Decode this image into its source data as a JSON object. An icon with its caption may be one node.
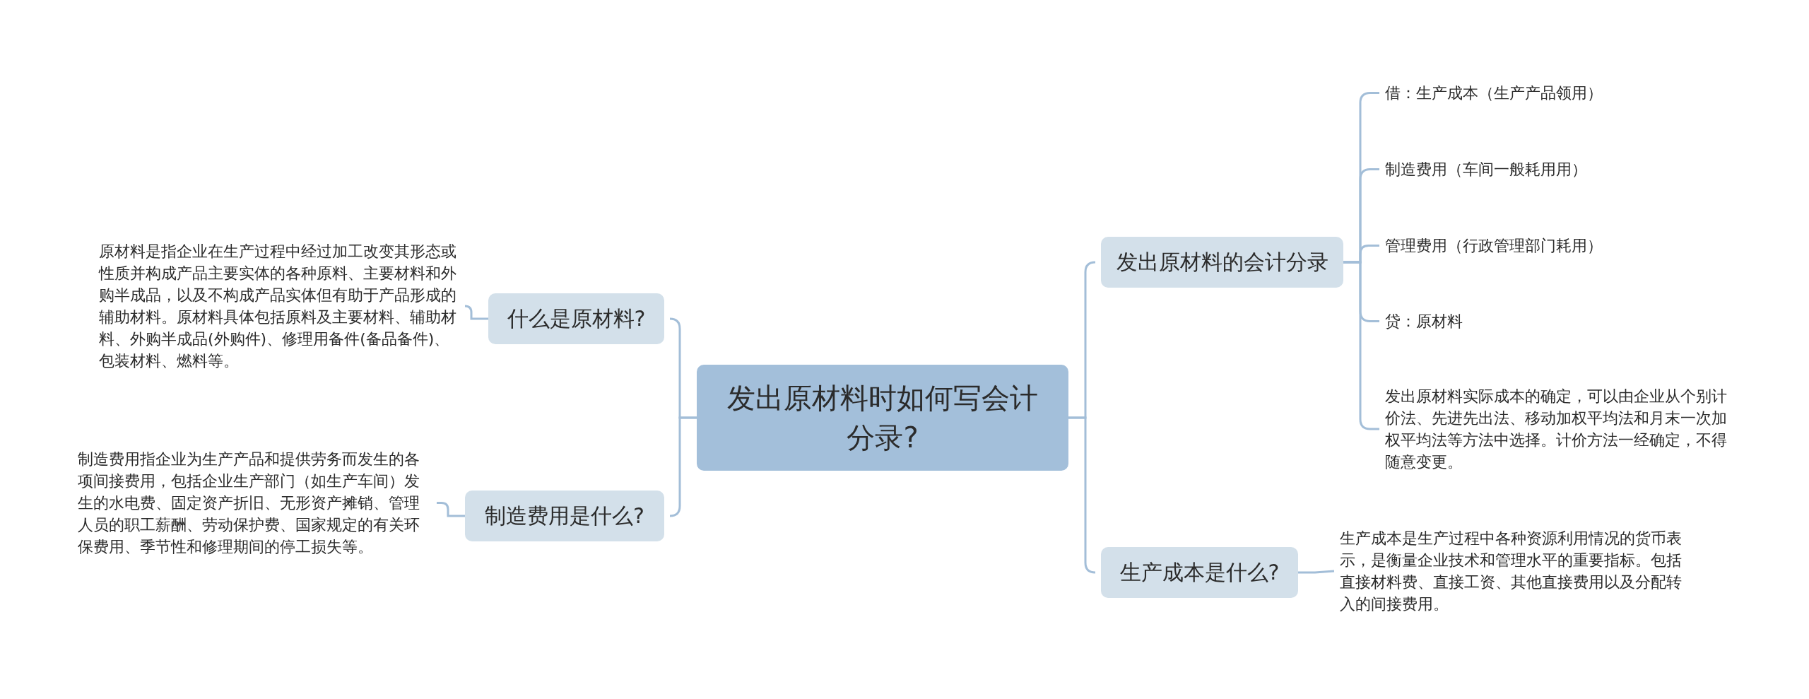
{
  "diagram": {
    "nodes": [
      {
        "text": [
          "发出原材料时如何写会计分录?"
        ]
      },
      {
        "text": [
          "什么是原材料?"
        ]
      },
      {
        "text": [
          "原材料是指企业在生产过程中经过加工改变其形态或性质并构成产品主要实体的各种原料、主要材料和外购半成品，以及不构成产品实体但有助于产品形成的辅助材料。原材料具体包括原料及主要材料、辅助材料、外购半成品(外购件)、修理用备件(备品备件)、包装材料、燃料等。"
        ]
      },
      {
        "text": [
          "制造费用是什么?"
        ]
      },
      {
        "text": [
          "制造费用指企业为生产产品和提供劳务而发生的各项间接费用，包括企业生产部门（如生产车间）发生的水电费、固定资产折旧、无形资产摊销、管理人员的职工薪酬、劳动保护费、国家规定的有关环保费用、季节性和修理期间的停工损失等。"
        ]
      },
      {
        "text": [
          "发出原材料的会计分录"
        ]
      },
      {
        "text": [
          "借：生产成本（生产产品领用）"
        ]
      },
      {
        "text": [
          "制造费用（车间一般耗用用）"
        ]
      },
      {
        "text": [
          "管理费用（行政管理部门耗用）"
        ]
      },
      {
        "text": [
          "贷：原材料"
        ]
      },
      {
        "text": [
          "发出原材料实际成本的确定，可以由企业从个别计价法、先进先出法、移动加权平均法和月末一次加权平均法等方法中选择。计价方法一经确定，不得随意变更。"
        ]
      },
      {
        "text": [
          "生产成本是什么?"
        ]
      },
      {
        "text": [
          "生产成本是生产过程中各种资源利用情况的货币表示，是衡量企业技术和管理水平的重要指标。包括直接材料费、直接工资、其他直接费用以及分配转入的间接费用。"
        ]
      }
    ],
    "edges": [
      {
        "from": 0,
        "to": 1,
        "arrow": "none"
      },
      {
        "from": 1,
        "to": 2,
        "arrow": "none"
      },
      {
        "from": 0,
        "to": 3,
        "arrow": "none"
      },
      {
        "from": 3,
        "to": 4,
        "arrow": "none"
      },
      {
        "from": 0,
        "to": 5,
        "arrow": "none"
      },
      {
        "from": 5,
        "to": 6,
        "arrow": "none"
      },
      {
        "from": 5,
        "to": 7,
        "arrow": "none"
      },
      {
        "from": 5,
        "to": 8,
        "arrow": "none"
      },
      {
        "from": 5,
        "to": 9,
        "arrow": "none"
      },
      {
        "from": 5,
        "to": 10,
        "arrow": "none"
      },
      {
        "from": 0,
        "to": 11,
        "arrow": "none"
      },
      {
        "from": 11,
        "to": 12,
        "arrow": "none"
      }
    ]
  }
}
